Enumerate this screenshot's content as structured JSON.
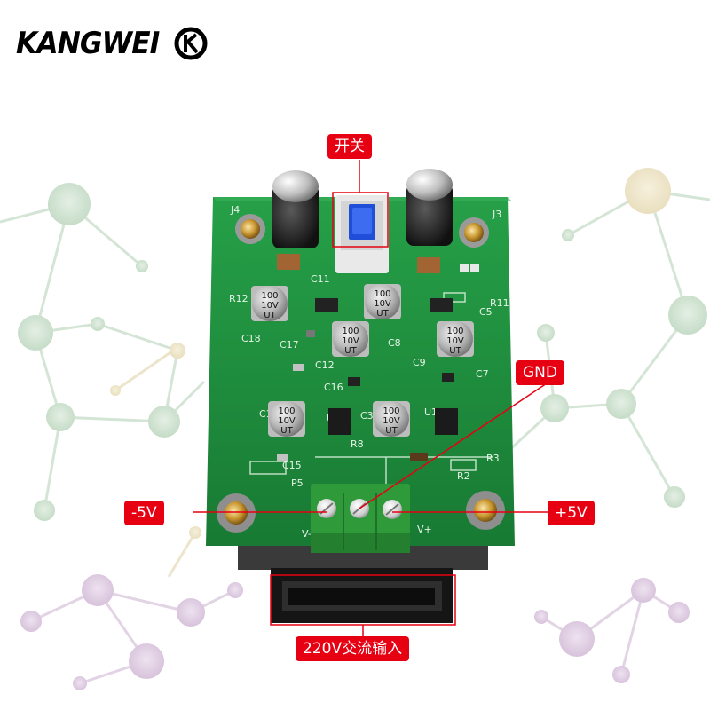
{
  "brand": {
    "logo_text": "KANGWEI",
    "logo_mark_text": "K"
  },
  "callouts": {
    "switch": "开关",
    "gnd": "GND",
    "minus5v": "-5V",
    "plus5v": "+5V",
    "ac_input": "220V交流输入"
  },
  "board_markings": {
    "cap_value": "100",
    "cap_voltage": "10V",
    "cap_code": "UT"
  },
  "colors": {
    "pcb_green": "#1f8a3c",
    "callout_red": "#e60012",
    "terminal_green": "#2f9a3a"
  }
}
